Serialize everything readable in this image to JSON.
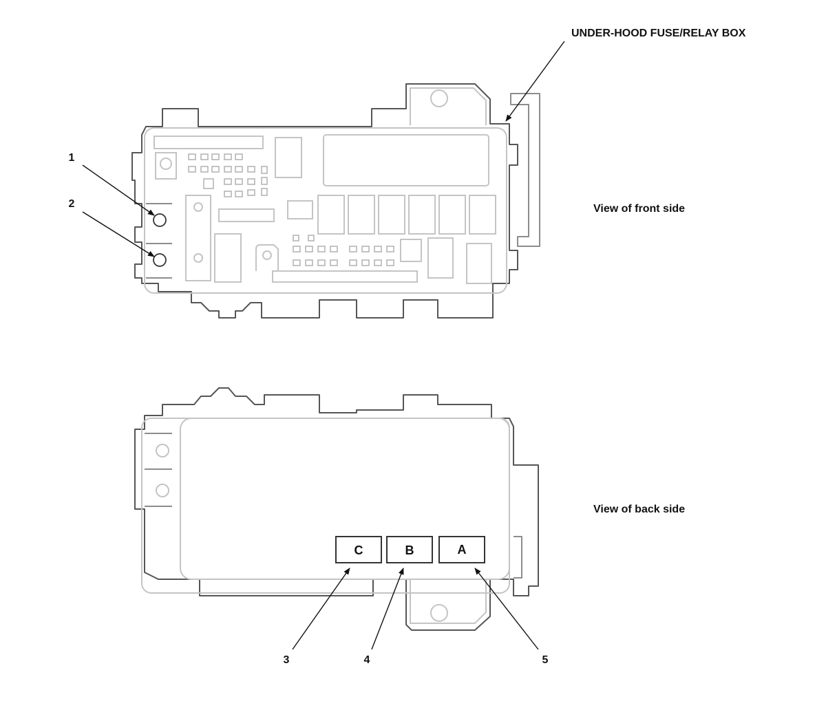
{
  "labels": {
    "box_title": "UNDER-HOOD FUSE/RELAY BOX",
    "front_view": "View of front side",
    "back_view": "View of back side"
  },
  "callouts": {
    "c1": "1",
    "c2": "2",
    "c3": "3",
    "c4": "4",
    "c5": "5"
  },
  "connectors": {
    "a": "A",
    "b": "B",
    "c": "C"
  }
}
